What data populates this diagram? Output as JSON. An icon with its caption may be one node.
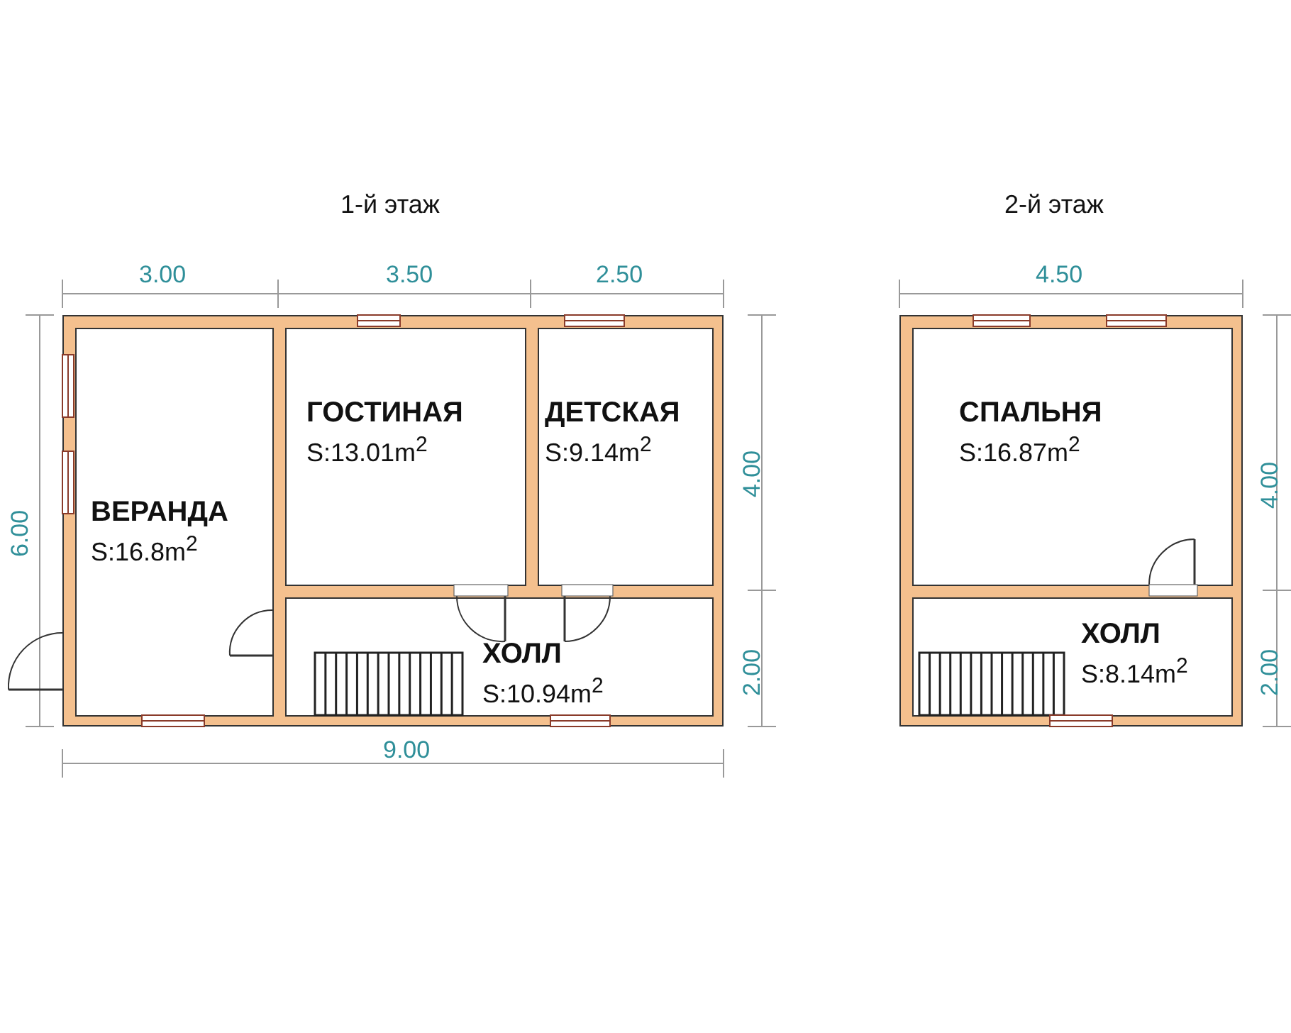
{
  "diagram": {
    "nodes": [
      {
        "text": [],
        "shape": "box"
      },
      {
        "text": [
          "ВЕРАНДА",
          "S:16.8m$^{2}$"
        ],
        "in": 0
      },
      {
        "text": [
          "ГОСТИНАЯ",
          "S:13.01m$^{2}$"
        ],
        "in": 0
      },
      {
        "text": [
          "ДЕТСКАЯ",
          "S:9.14m$^{2}$"
        ],
        "in": 0
      },
      {
        "text": [
          "ХОЛЛ",
          "S:10.94m$^{2}$"
        ],
        "in": 0
      },
      {
        "text": [],
        "shape": "box"
      },
      {
        "text": [
          "СПАЛЬНЯ",
          "S:16.87m$^{2}$"
        ],
        "in": 5
      },
      {
        "text": [
          "ХОЛЛ",
          "S:8.14m$^{2}$"
        ],
        "in": 5
      }
    ],
    "edges": [],
    "labels": [
      "1-й этаж",
      "3.00",
      "3.50",
      "2.50",
      "6.00",
      "4.00",
      "2.00",
      "9.00",
      "2-й этаж",
      "4.50",
      "4.00",
      "2.00"
    ]
  }
}
